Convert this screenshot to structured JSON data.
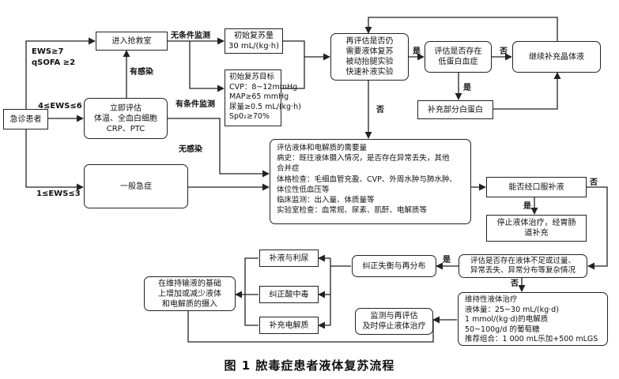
{
  "caption": "图 1   脓毒症患者液体复苏流程",
  "nodes": {
    "patient": "急诊患者",
    "rescue_room": "进入抢救室",
    "assess": [
      "立即评估",
      "体温、全血白细胞",
      "CRP、PTC"
    ],
    "general_emergency": "一般急症",
    "initial_rate": [
      "初始复苏量",
      "30 mL/(kg·h)"
    ],
    "initial_goals": [
      "初始复苏目标",
      "CVP：8~12mmHg",
      "MAP≥65 mmHg",
      "尿量≥0.5 mL/(kg·h)",
      "Sp0₂≥70%"
    ],
    "reassess": [
      "再评估是否仍",
      "需要液体复苏",
      "被动抬腿实验",
      "快速补液实验"
    ],
    "hypoalbumin": [
      "评估是否存在",
      "低蛋白血症"
    ],
    "continue_crystal": "继续补充晶体液",
    "albumin": "补充部分白蛋白",
    "fluid_needs": [
      "评估液体和电解质的需要量",
      "病史：既往液体摄入情况，是否存在异常丢失，其他",
      "合并症",
      "体格检查：毛细血管充盈、CVP、外周水肿与肺水肿、",
      "体位性低血压等",
      "临床监测：出入量、体质量等",
      "实验室检查：血常规、尿素、肌酐、电解质等"
    ],
    "oral": "能否经口服补液",
    "stop_iv": [
      "停止液体治疗，经胃肠",
      "道补充"
    ],
    "deficit": [
      "评估是否存在液体不足或过量、",
      "异常丢失、异常分布等复杂情况"
    ],
    "correct": "纠正失衡与再分布",
    "fluid_diuresis": "补液与利尿",
    "acidosis": "纠正酸中毒",
    "electrolyte": "补充电解质",
    "adjust": [
      "在维持输液的基础",
      "上增加或减少液体",
      "和电解质的摄入"
    ],
    "maintenance": [
      "维持性液体治疗",
      "液体量：25~30 mL/(kg·d)",
      "1 mmol/(kg·d)的电解质",
      "50~100g/d 的葡萄糖",
      "推荐组合：1 000 mL乐加+500 mLGS"
    ],
    "monitor": [
      "监测与再评估",
      "及时停止液体治疗"
    ]
  },
  "labels": {
    "ews_high": "EWS≥7",
    "qsofa": "qSOFA ≥2",
    "ews_mid": "4≤EWS≤6",
    "ews_low": "1≤EWS≤3",
    "has_infection": "有感染",
    "no_condition": "无条件监测",
    "has_condition": "有条件监测",
    "no_infection": "无感染",
    "yes": "是",
    "no": "否"
  }
}
